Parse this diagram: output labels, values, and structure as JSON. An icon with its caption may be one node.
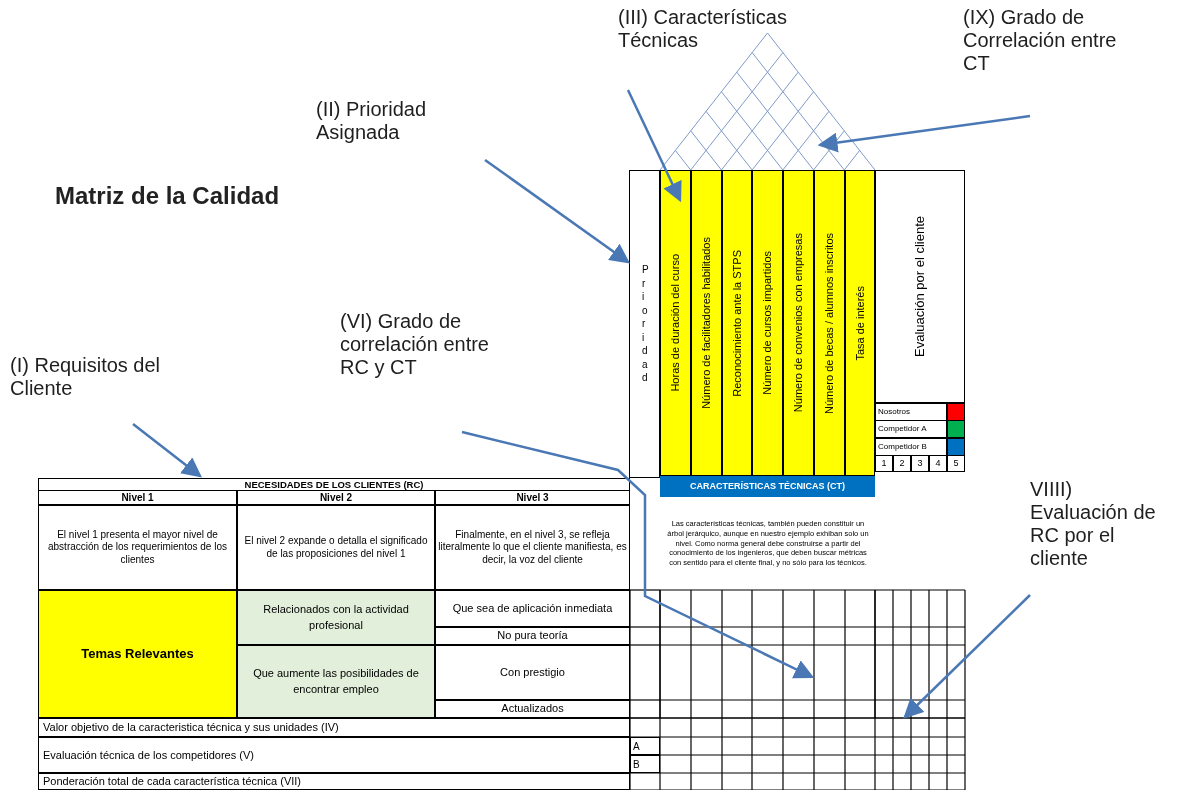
{
  "diagram": {
    "title": "Matriz de la Calidad",
    "nodes": [
      {
        "text": [
          "(III) Características Técnicas"
        ]
      },
      {
        "text": [
          "(IX) Grado de Correlación entre CT"
        ]
      },
      {
        "text": [],
        "shape": "triangle"
      },
      {
        "text": [
          "(II) Prioridad Asignada"
        ]
      },
      {
        "text": [
          "Prioridad"
        ]
      },
      {
        "text": [
          "Horas de duración del curso"
        ]
      },
      {
        "text": [
          "(VI) Grado de correlación entre RC y CT"
        ]
      },
      {
        "text": [
          "(I) Requisitos del Cliente"
        ]
      },
      {
        "text": [
          "NECESIDADES DE LOS CLIENTES (RC)"
        ]
      },
      {
        "text": [],
        "shape": "box"
      },
      {
        "text": [
          "VIIII) Evaluación de RC por el cliente"
        ]
      },
      {
        "text": [],
        "shape": "box"
      }
    ],
    "edges": [
      {
        "from": 0,
        "to": 5,
        "arrow": "to"
      },
      {
        "from": 1,
        "to": 2,
        "arrow": "to"
      },
      {
        "from": 3,
        "to": 4,
        "arrow": "to"
      },
      {
        "from": 6,
        "to": 9,
        "arrow": "to"
      },
      {
        "from": 7,
        "to": 8,
        "arrow": "to"
      },
      {
        "from": 10,
        "to": 11,
        "arrow": "to"
      }
    ],
    "labels": [
      "Número de facilitadores habilitados",
      "Reconocimiento ante la STPS",
      "Número de cursos impartidos",
      "Número de convenios con empresas",
      "Número de becas / alumnos inscritos",
      "Tasa de interés",
      "Evaluación por el cliente",
      "1",
      "2",
      "3",
      "4",
      "5",
      "CARACTERÍSTICAS TÉCNICAS (CT)",
      "Las características técnicas, también pueden constituir un árbol jerárquico, aunque en nuestro ejemplo exhiban solo un nivel. Como norma general debe construirse a partir del conocimiento de los ingenieros, que deben buscar métricas con sentido para el cliente final, y no sólo para los técnicos.",
      "Nivel 1",
      "Nivel 2",
      "Nivel 3",
      "El nivel 1 presenta el mayor nivel de abstracción de los requerimientos de los clientes",
      "El nivel 2 expande o detalla el significado de las proposiciones del nivel 1",
      "Finalmente, en el nivel 3, se refleja literalmente lo que el cliente manifiesta, es decir, la voz del cliente",
      "Temas Relevantes",
      "Relacionados con la actividad profesional",
      "Que sea de aplicación inmediata",
      "No pura teoría",
      "Que aumente las posibilidades de encontrar empleo",
      "Con prestigio",
      "Actualizados",
      "Valor objetivo de la caracteristica técnica y sus unidades (IV)",
      "Evaluación técnica de los competidores (V)",
      "A",
      "B",
      "Ponderación total de cada característica técnica (VII)"
    ],
    "legend": [
      {
        "text": "Nosotros",
        "color": "#ff0000"
      },
      {
        "text": "Competidor A",
        "color": "#00b050"
      },
      {
        "text": "Competidor B",
        "color": "#0070c0"
      }
    ]
  }
}
